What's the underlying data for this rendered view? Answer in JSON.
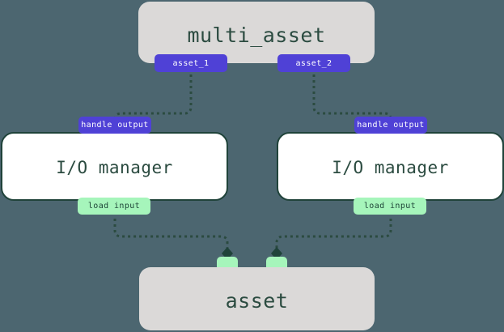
{
  "diagram": {
    "type": "dagster-asset-io-manager-graph",
    "background_color": "#4c6670",
    "accent_purple": "#4f41d6",
    "accent_green": "#a6f5bb",
    "text_color": "#2b4b40",
    "group_fill": "#dbd9d8",
    "node_fill": "#ffffff"
  },
  "nodes": {
    "multi_asset": {
      "title": "multi_asset",
      "outputs": [
        {
          "label": "asset_1"
        },
        {
          "label": "asset_2"
        }
      ]
    },
    "io_manager_left": {
      "title": "I/O manager",
      "input_label": "handle output",
      "output_label": "load input"
    },
    "io_manager_right": {
      "title": "I/O manager",
      "input_label": "handle output",
      "output_label": "load input"
    },
    "asset": {
      "title": "asset",
      "inputs": [
        {
          "label": ""
        },
        {
          "label": ""
        }
      ]
    }
  },
  "edges": [
    {
      "from": "asset_1",
      "to": "handle-output-left"
    },
    {
      "from": "asset_2",
      "to": "handle-output-right"
    },
    {
      "from": "load-input-left",
      "to": "asset-input-1"
    },
    {
      "from": "load-input-right",
      "to": "asset-input-2"
    }
  ]
}
